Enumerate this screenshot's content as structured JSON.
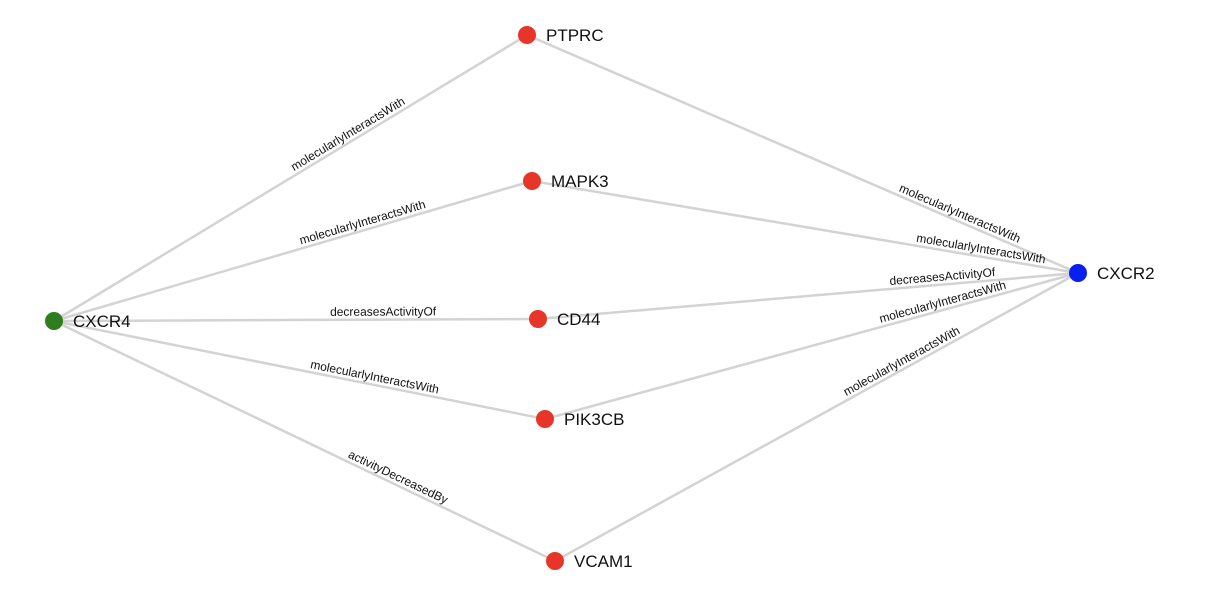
{
  "graph": {
    "nodes": [
      {
        "id": "PTPRC",
        "label": "PTPRC",
        "color": "#e8352a"
      },
      {
        "id": "MAPK3",
        "label": "MAPK3",
        "color": "#e8352a"
      },
      {
        "id": "CD44",
        "label": "CD44",
        "color": "#e8352a"
      },
      {
        "id": "PIK3CB",
        "label": "PIK3CB",
        "color": "#e8352a"
      },
      {
        "id": "VCAM1",
        "label": "VCAM1",
        "color": "#e8352a"
      },
      {
        "id": "CXCR4",
        "label": "CXCR4",
        "color": "#2e7d1f"
      },
      {
        "id": "CXCR2",
        "label": "CXCR2",
        "color": "#0a1fef"
      }
    ],
    "edges": [
      {
        "source": "CXCR4",
        "target": "PTPRC",
        "label": "molecularlyInteractsWith"
      },
      {
        "source": "CXCR4",
        "target": "MAPK3",
        "label": "molecularlyInteractsWith"
      },
      {
        "source": "CXCR4",
        "target": "CD44",
        "label": "decreasesActivityOf"
      },
      {
        "source": "CXCR4",
        "target": "PIK3CB",
        "label": "molecularlyInteractsWith"
      },
      {
        "source": "CXCR4",
        "target": "VCAM1",
        "label": "activityDecreasedBy"
      },
      {
        "source": "PTPRC",
        "target": "CXCR2",
        "label": "molecularlyInteractsWith"
      },
      {
        "source": "MAPK3",
        "target": "CXCR2",
        "label": "molecularlyInteractsWith"
      },
      {
        "source": "CD44",
        "target": "CXCR2",
        "label": "decreasesActivityOf"
      },
      {
        "source": "PIK3CB",
        "target": "CXCR2",
        "label": "molecularlyInteractsWith"
      },
      {
        "source": "VCAM1",
        "target": "CXCR2",
        "label": "molecularlyInteractsWith"
      }
    ],
    "edge_color": "#d3d3d3"
  }
}
